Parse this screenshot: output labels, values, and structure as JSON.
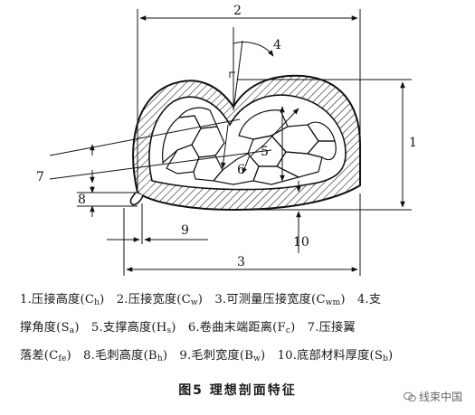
{
  "diagram": {
    "callouts": [
      "1",
      "2",
      "3",
      "4",
      "5",
      "6",
      "7",
      "8",
      "9",
      "10"
    ]
  },
  "legend": {
    "line1": [
      {
        "text": "1.压接高度(C",
        "sub": "h",
        "tail": ")"
      },
      {
        "text": "2.压接宽度(C",
        "sub": "w",
        "tail": ")"
      },
      {
        "text": "3.可测量压接宽度(C",
        "sub": "wm",
        "tail": ")"
      },
      {
        "text": "4.支",
        "sub": "",
        "tail": ""
      }
    ],
    "line2": [
      {
        "text": "撑角度(S",
        "sub": "a",
        "tail": ")"
      },
      {
        "text": "5.支撑高度(H",
        "sub": "s",
        "tail": ")"
      },
      {
        "text": "6.卷曲末端距离(F",
        "sub": "c",
        "tail": ")"
      },
      {
        "text": "7.压接翼",
        "sub": "",
        "tail": ""
      }
    ],
    "line3": [
      {
        "text": "落差(C",
        "sub": "fe",
        "tail": ")"
      },
      {
        "text": "8.毛刺高度(B",
        "sub": "h",
        "tail": ")"
      },
      {
        "text": "9.毛刺宽度(B",
        "sub": "w",
        "tail": ")"
      },
      {
        "text": "10.底部材料厚度(S",
        "sub": "b",
        "tail": ")"
      }
    ]
  },
  "caption": "图5   理想剖面特征",
  "watermark": "线束中国"
}
